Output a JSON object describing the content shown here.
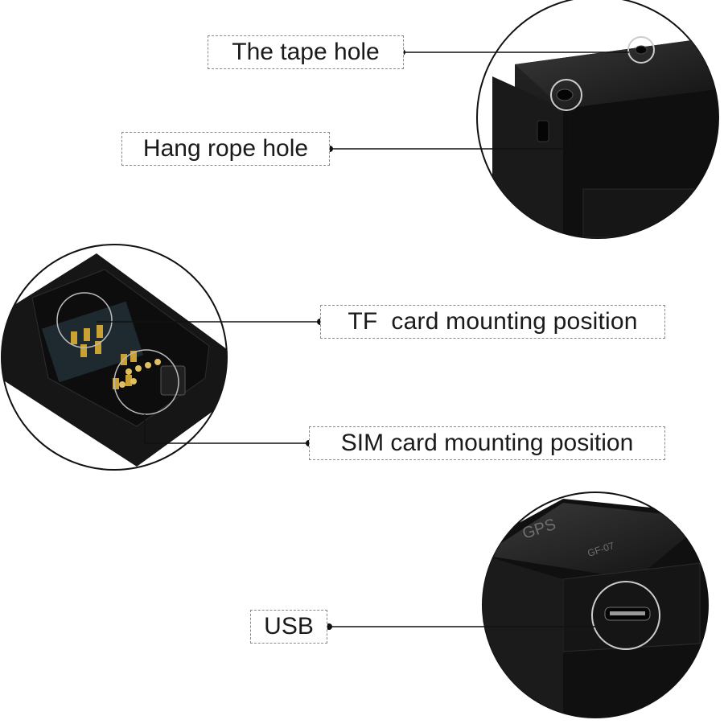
{
  "labels": {
    "tape_hole": "The tape hole",
    "hang_rope_hole": "Hang rope hole",
    "tf_card": "TF  card mounting position",
    "sim_card": "SIM card mounting position",
    "usb": "USB"
  },
  "device_markings": {
    "brand": "GPS",
    "model": "GF-07"
  },
  "colors": {
    "device_body": "#141414",
    "leader_line": "#111111",
    "callout_border": "#8a8a8a",
    "gold_contact": "#c9a233"
  }
}
